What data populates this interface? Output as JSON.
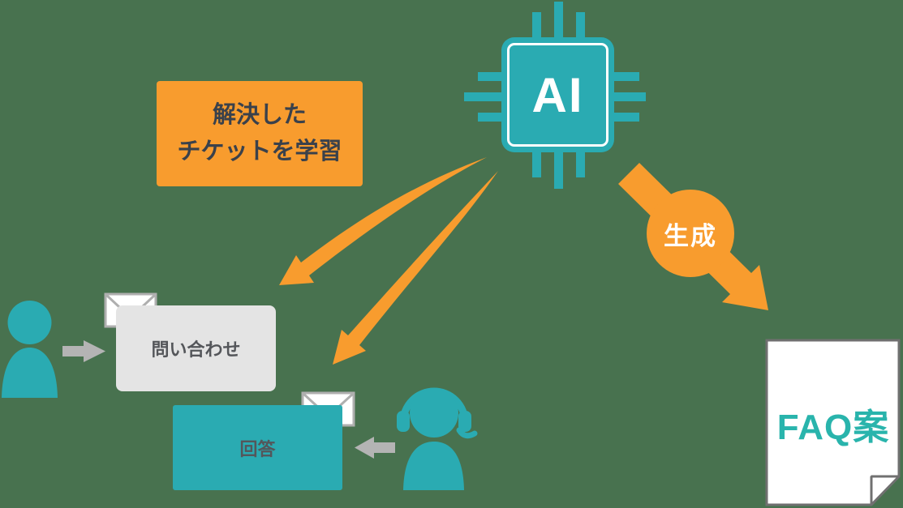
{
  "colors": {
    "background": "#48724F",
    "teal": "#2AABB2",
    "orange": "#F89C2E",
    "light-gray": "#E4E4E4",
    "arrow-gray": "#B4B4B4",
    "envelope-gray": "#AFAFAF",
    "doc-border": "#707070",
    "note-text": "#3A414B",
    "box-text": "#54565A",
    "faq-teal": "#29B4AC"
  },
  "ai_chip": {
    "label": "AI"
  },
  "learning_note": {
    "line1": "解決した",
    "line2": "チケットを学習"
  },
  "inquiry_box": {
    "label": "問い合わせ"
  },
  "answer_box": {
    "label": "回答"
  },
  "generate_badge": {
    "label": "生成"
  },
  "faq_document": {
    "label": "FAQ案"
  },
  "icons": {
    "ai_chip": "cpu-chip",
    "inquiry_envelope": "envelope",
    "answer_envelope": "envelope",
    "customer": "person-silhouette",
    "support_agent": "person-with-headset",
    "faq_document": "document-with-folded-corner"
  }
}
